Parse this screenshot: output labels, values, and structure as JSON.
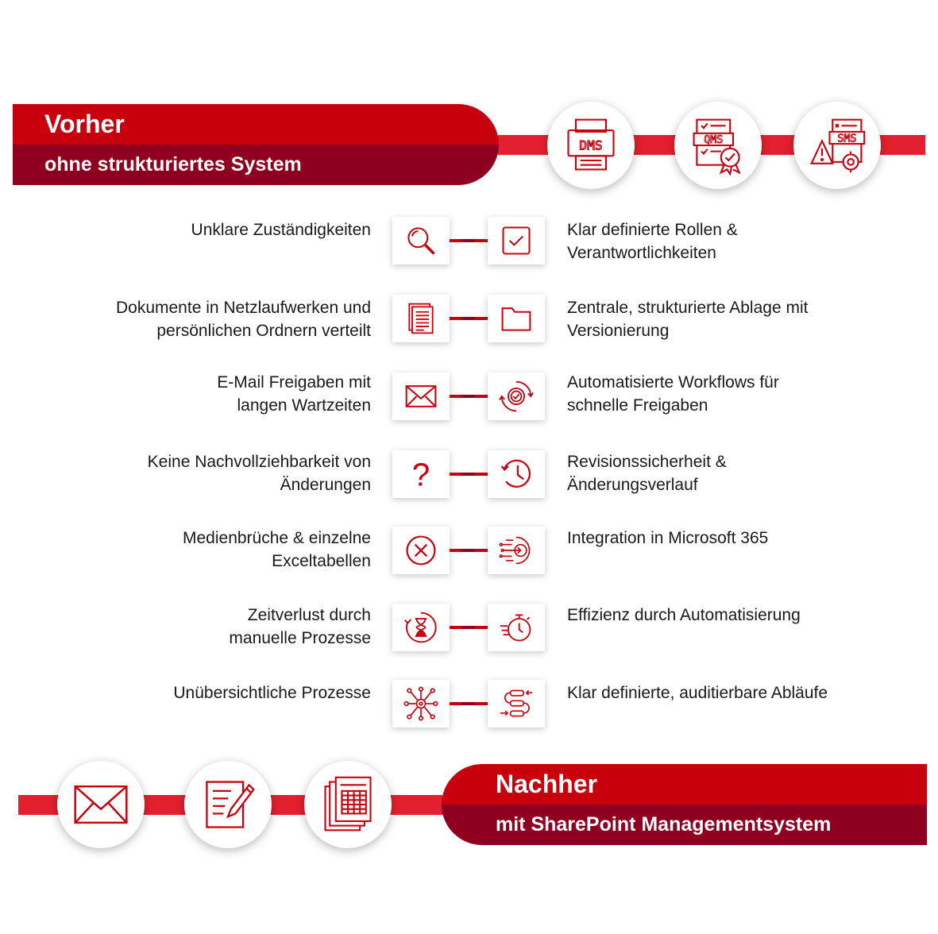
{
  "colors": {
    "primary_red": "#c8000e",
    "dark_red": "#8f0020",
    "rail_red": "#e3202f"
  },
  "before": {
    "title": "Vorher",
    "subtitle": "ohne strukturiertes System",
    "icons": [
      "dms-document-icon",
      "qms-certificate-icon",
      "sms-warning-gear-icon"
    ],
    "icon_labels": [
      "DMS",
      "QMS",
      "SMS"
    ]
  },
  "after": {
    "title": "Nachher",
    "subtitle": "mit SharePoint Managementsystem",
    "icons": [
      "envelope-icon",
      "document-edit-icon",
      "spreadsheet-icon"
    ]
  },
  "rows": [
    {
      "left": "Unklare Zuständigkeiten",
      "right": "Klar definierte Rollen & Verantwortlichkeiten",
      "left_icon": "magnifier-icon",
      "right_icon": "checkbox-icon"
    },
    {
      "left": "Dokumente in Netzlaufwerken und persönlichen Ordnern verteilt",
      "right": "Zentrale, strukturierte Ablage mit Versionierung",
      "left_icon": "document-list-icon",
      "right_icon": "folder-icon"
    },
    {
      "left": "E-Mail Freigaben mit langen Wartzeiten",
      "right": "Automatisierte Workflows für schnelle Freigaben",
      "left_icon": "mail-icon",
      "right_icon": "workflow-gear-icon"
    },
    {
      "left": "Keine Nachvollziehbarkeit von Änderungen",
      "right": "Revisionssicherheit & Änderungsverlauf",
      "left_icon": "question-mark-icon",
      "right_icon": "history-clock-icon"
    },
    {
      "left": "Medienbrüche & einzelne Exceltabellen",
      "right": "Integration in Microsoft 365",
      "left_icon": "cross-circle-icon",
      "right_icon": "integration-gear-icon"
    },
    {
      "left": "Zeitverlust durch manuelle Prozesse",
      "right": "Effizienz durch Automatisierung",
      "left_icon": "hourglass-icon",
      "right_icon": "stopwatch-icon"
    },
    {
      "left": "Unübersichtliche Prozesse",
      "right": "Klar definierte, auditierbare Abläufe",
      "left_icon": "network-chaos-icon",
      "right_icon": "process-flow-icon"
    }
  ]
}
